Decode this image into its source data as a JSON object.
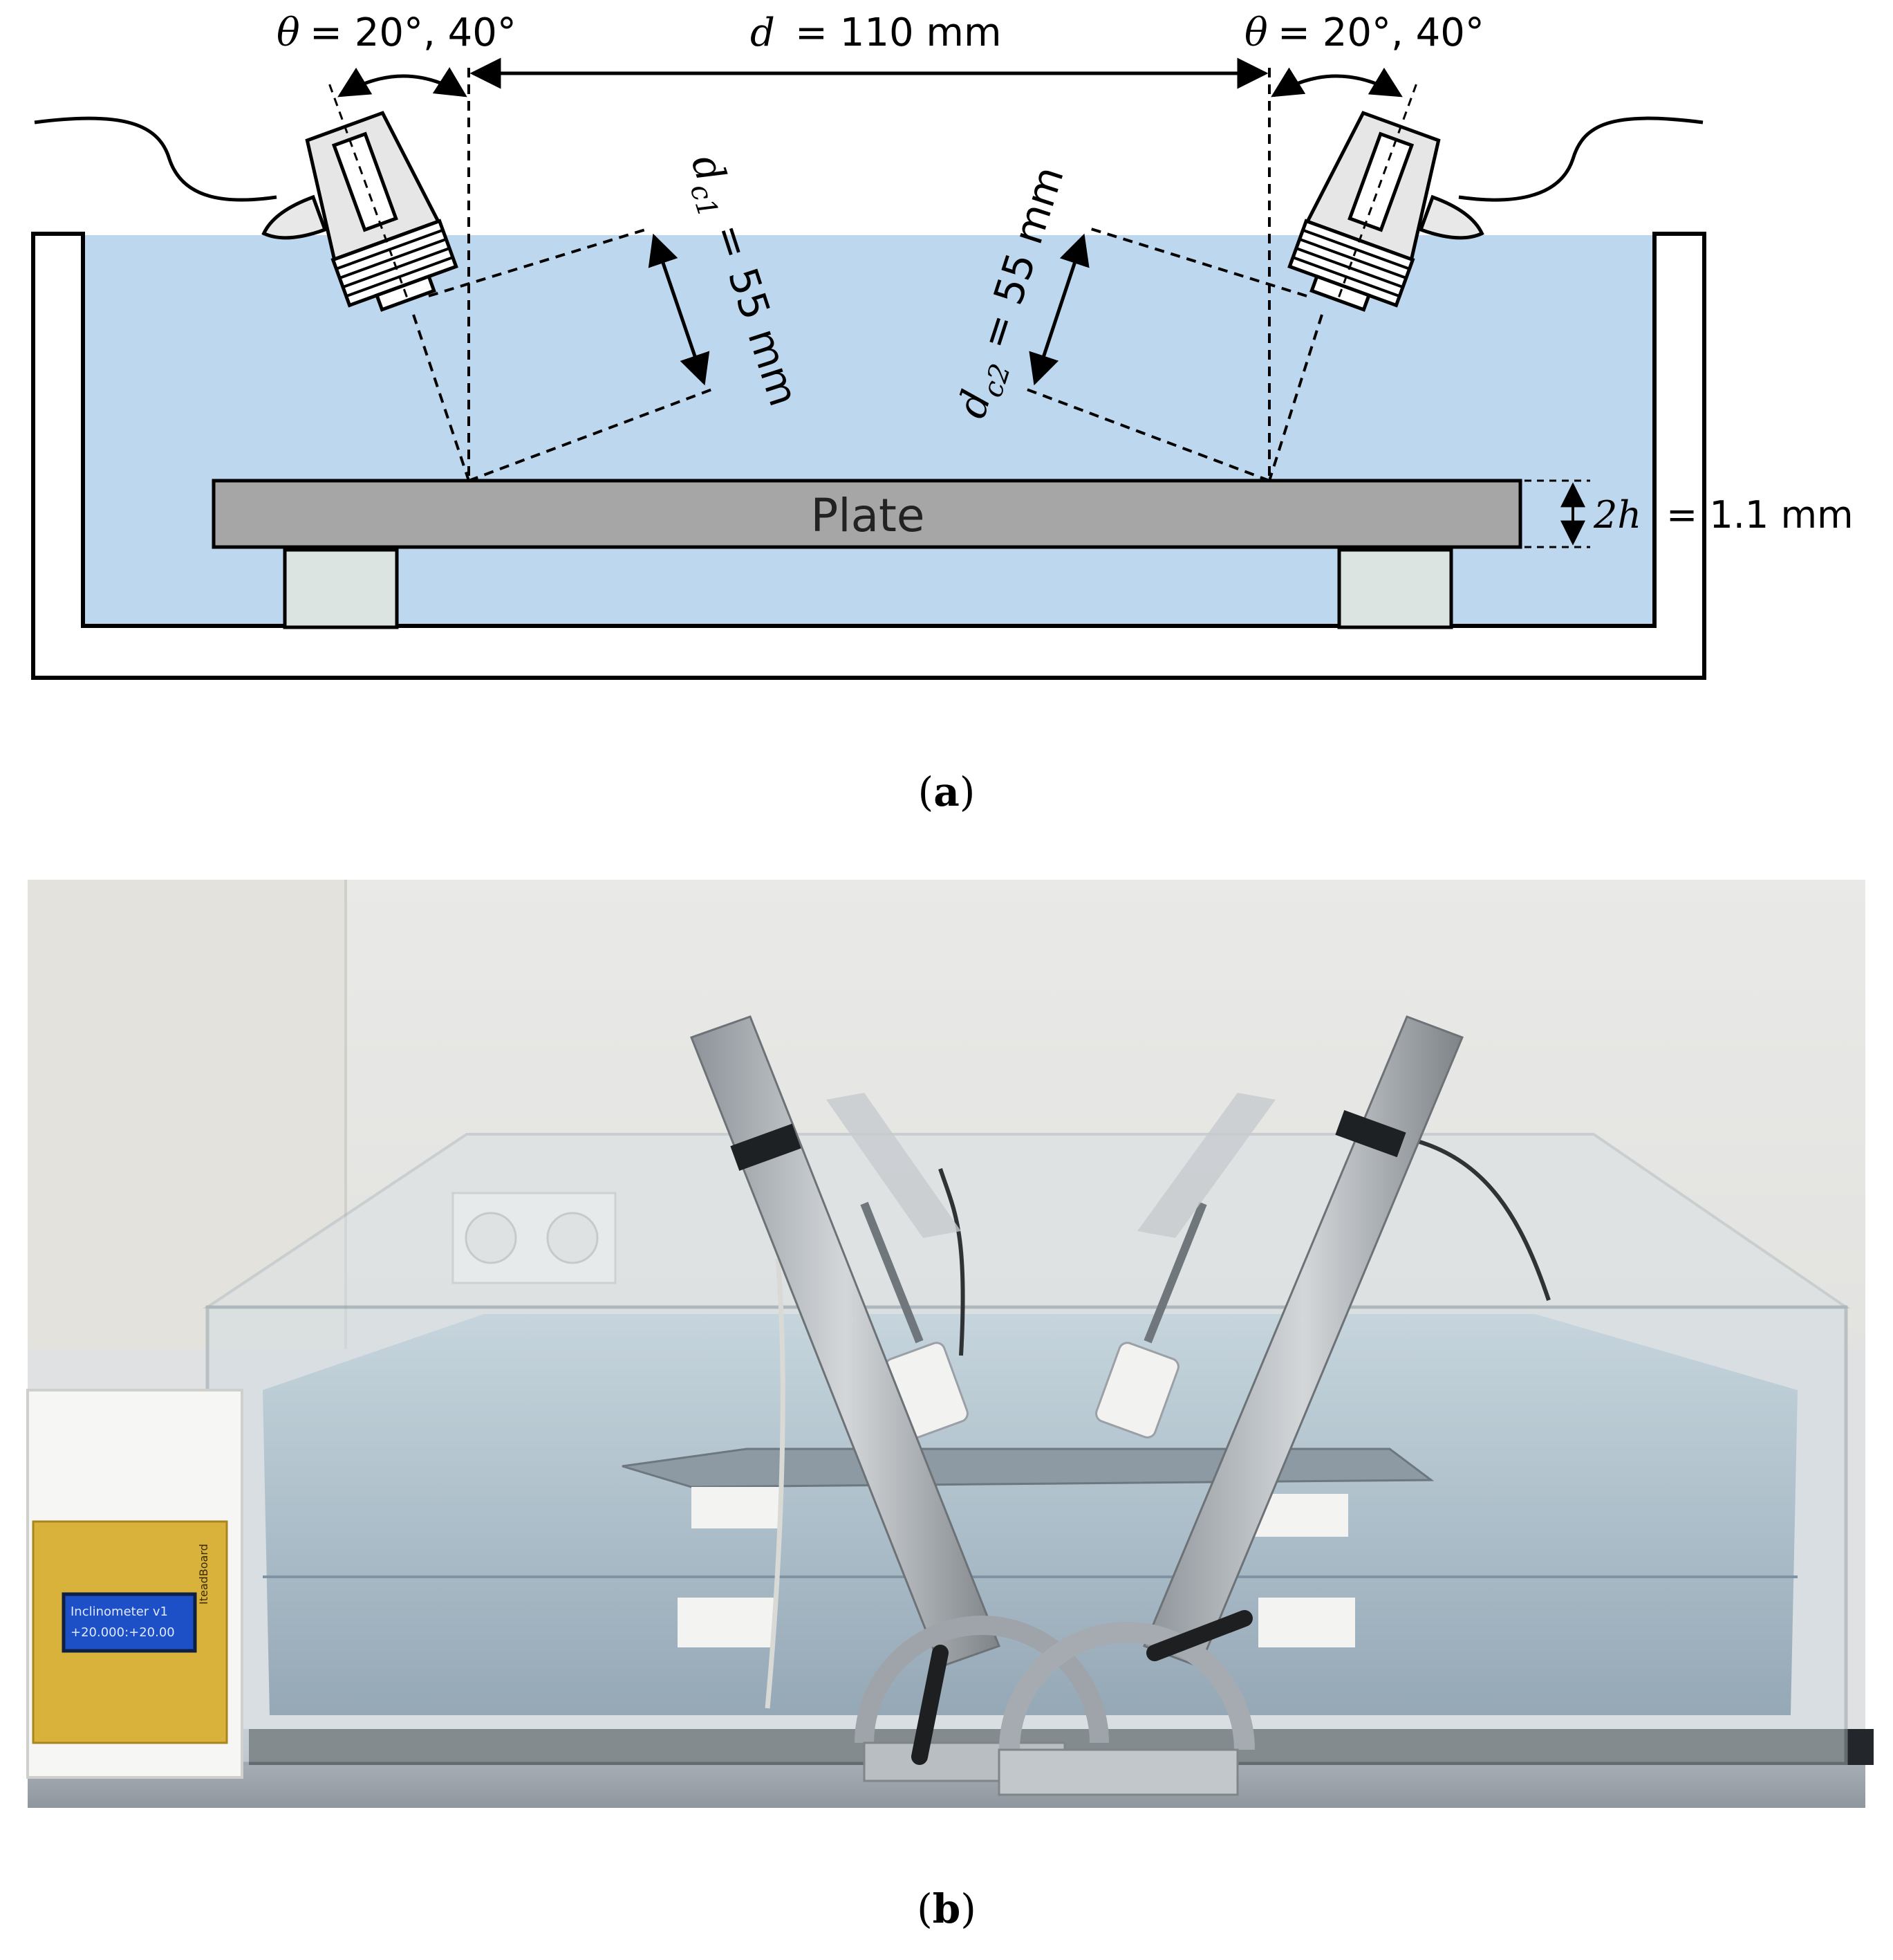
{
  "panel_a": {
    "theta_left": {
      "symbol": "θ",
      "value": "= 20°, 40°"
    },
    "theta_right": {
      "symbol": "θ",
      "value": "= 20°, 40°"
    },
    "distance": {
      "symbol": "d",
      "value": "= 110 mm"
    },
    "dc1": {
      "symbol": "d",
      "sub": "c1",
      "value": "= 55 mm"
    },
    "dc2": {
      "symbol": "d",
      "sub": "c2",
      "value": "= 55 mm"
    },
    "plate_label": "Plate",
    "thickness": {
      "symbol": "2h",
      "value": "= 1.1 mm"
    },
    "caption": {
      "open": "(",
      "letter": "a",
      "close": ")"
    },
    "colors": {
      "water": "#bdd7ee",
      "plate": "#a6a6a6",
      "support": "#dce4e2"
    }
  },
  "panel_b": {
    "caption": {
      "open": "(",
      "letter": "b",
      "close": ")"
    },
    "lcd_line1": "Inclinometer v1",
    "lcd_line2": "+20.000:+20.00",
    "board_label": "IteadBoard"
  }
}
